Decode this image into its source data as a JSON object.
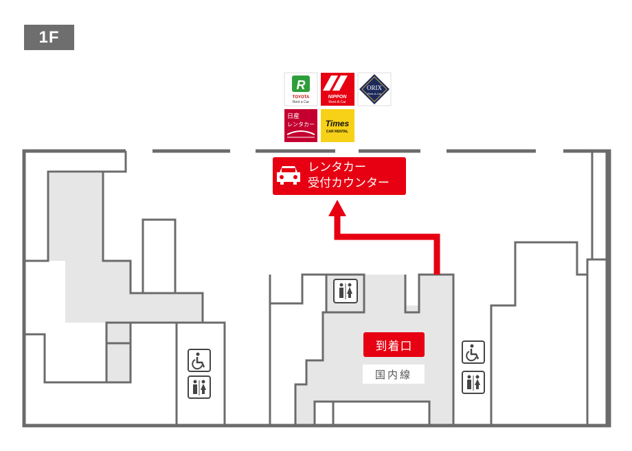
{
  "floor_label": "1F",
  "rental_counter": {
    "line1": "レンタカー",
    "line2": "受付カウンター",
    "icon": "car-icon"
  },
  "arrival": {
    "label": "到着口",
    "sublabel": "国内線"
  },
  "rental_companies": [
    {
      "name": "TOYOTA Rent a Car",
      "text_top": "TOYOTA",
      "text_bottom": "Rent a Car",
      "color": "#2e9e3a"
    },
    {
      "name": "NIPPON Rent-A-Car",
      "text_top": "NIPPON",
      "text_bottom": "Rent-A-Car",
      "color": "#e60012"
    },
    {
      "name": "ORIX Rent-A-Car",
      "text_top": "ORIX",
      "text_bottom": "Rent-A-Car",
      "color": "#1c2a5a"
    },
    {
      "name": "日産レンタカー",
      "text_top": "日産",
      "text_bottom": "レンタカー",
      "color": "#c3002f"
    },
    {
      "name": "Times CAR RENTAL",
      "text_top": "Times",
      "text_bottom": "CAR RENTAL",
      "color": "#f7d117"
    }
  ],
  "facilities": [
    "accessible-toilet-icon",
    "restroom-icon"
  ],
  "colors": {
    "wall": "#6b6b6b",
    "corridor": "#e6e6e6",
    "accent": "#e60012",
    "badge": "#6e6e6e"
  }
}
